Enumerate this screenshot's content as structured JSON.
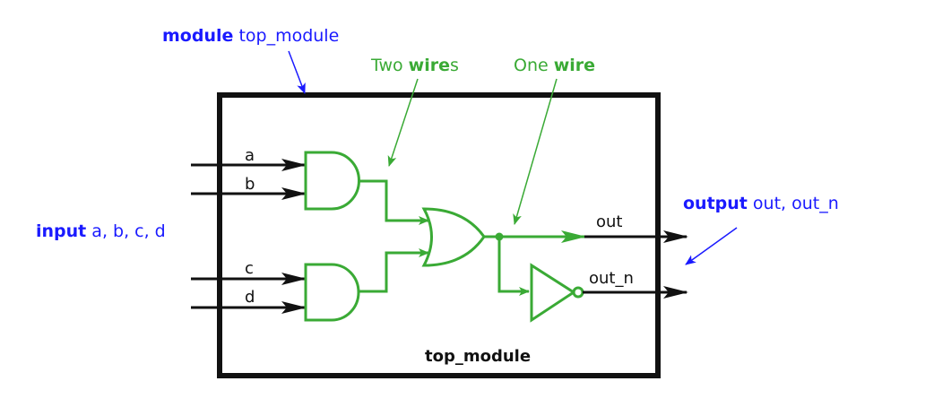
{
  "colors": {
    "annotation_blue": "#1a1aff",
    "wire_green": "#3aaa35",
    "black": "#111111"
  },
  "annotations": {
    "module": {
      "keyword": "module",
      "name": "top_module"
    },
    "input": {
      "keyword": "input",
      "names": "a, b, c, d"
    },
    "output": {
      "keyword": "output",
      "names": "out, out_n"
    },
    "two_wires": {
      "prefix": "Two ",
      "keyword": "wire",
      "suffix": "s"
    },
    "one_wire": {
      "prefix": "One ",
      "keyword": "wire"
    }
  },
  "box_label": "top_module",
  "ports": {
    "inputs": [
      "a",
      "b",
      "c",
      "d"
    ],
    "outputs": [
      "out",
      "out_n"
    ]
  },
  "gates": [
    {
      "name": "and-gate-top",
      "type": "AND"
    },
    {
      "name": "and-gate-bottom",
      "type": "AND"
    },
    {
      "name": "or-gate",
      "type": "OR"
    },
    {
      "name": "not-gate",
      "type": "NOT"
    }
  ]
}
